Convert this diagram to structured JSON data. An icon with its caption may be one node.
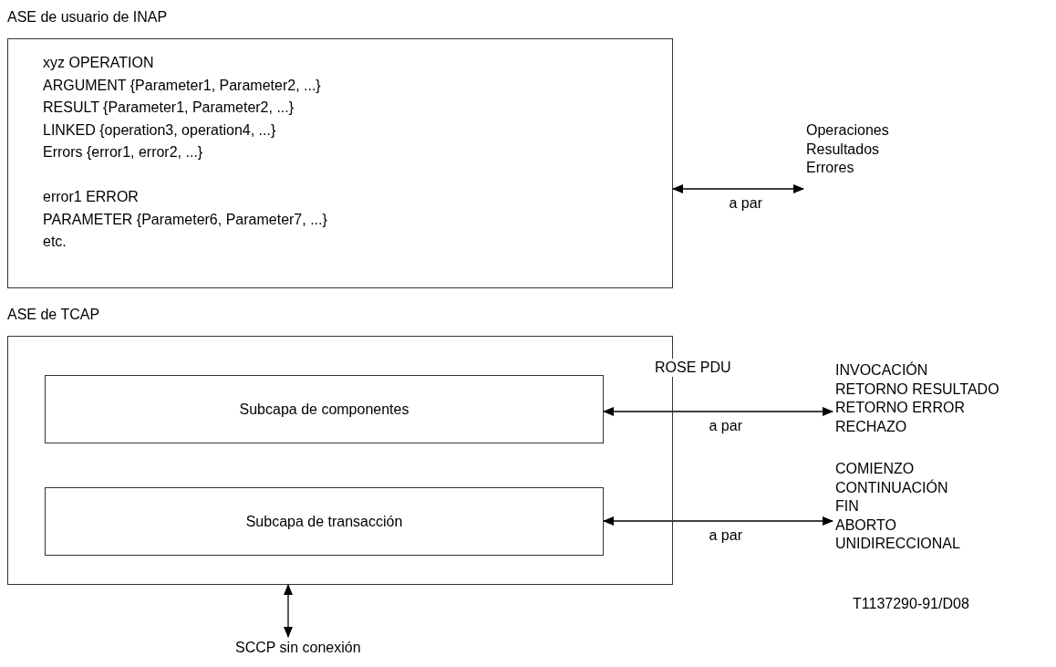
{
  "diagram": {
    "nodes": [
      {
        "text": [
          "ASE de usuario de INAP",
          "xyz OPERATION",
          "ARGUMENT {Parameter1, Parameter2, ...}",
          "RESULT {Parameter1, Parameter2, ...}",
          "LINKED {operation3, operation4, ...}",
          "Errors {error1, error2, ...}",
          "error1 ERROR",
          "PARAMETER {Parameter6, Parameter7, ...}",
          "etc."
        ]
      },
      {
        "text": [
          "Operaciones",
          "Resultados",
          "Errores"
        ]
      },
      {
        "text": [
          "ASE de TCAP"
        ]
      },
      {
        "text": [
          "Subcapa de componentes"
        ],
        "in": 2
      },
      {
        "text": [
          "Subcapa de transacción"
        ],
        "in": 2
      },
      {
        "text": [
          "INVOCACIÓN",
          "RETORNO RESULTADO",
          "RETORNO ERROR",
          "RECHAZO"
        ]
      },
      {
        "text": [
          "COMIENZO",
          "CONTINUACIÓN",
          "FIN",
          "ABORTO",
          "UNIDIRECCIONAL"
        ]
      },
      {
        "text": [
          "SCCP sin conexión"
        ]
      }
    ],
    "edges": [
      {
        "from": 0,
        "to": 1,
        "arrow": "both",
        "label": "a par"
      },
      {
        "from": 3,
        "to": 5,
        "arrow": "both",
        "label": "a par"
      },
      {
        "from": 4,
        "to": 6,
        "arrow": "both",
        "label": "a par"
      },
      {
        "from": 2,
        "to": 7,
        "arrow": "both"
      }
    ],
    "labels": [
      "ROSE PDU",
      "T1137290-91/D08"
    ]
  }
}
